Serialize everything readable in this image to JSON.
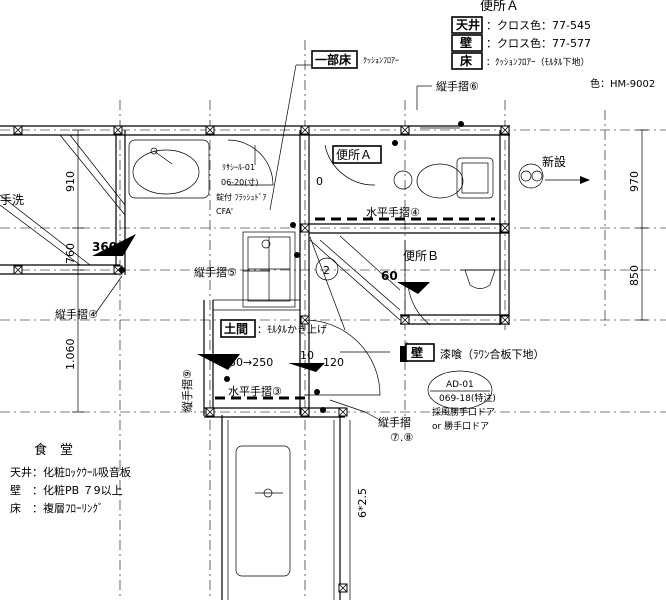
{
  "room_a": {
    "title": "便所Ａ",
    "finishes": [
      {
        "tag": "天井",
        "text": "：クロス色：77-545"
      },
      {
        "tag": "壁",
        "text": "：クロス色：77-577"
      },
      {
        "tag": "床",
        "text": "：ｸｯｼｮﾝﾌﾛｱｰ（ﾓﾙﾀﾙ下地）"
      }
    ],
    "color": "色：HM-9002"
  },
  "partial_floor": {
    "tag": "一部床",
    "text": "ｸｯｼｮﾝﾌﾛｱｰ"
  },
  "labels": {
    "rail6": "縦手摺⑥",
    "rail5": "縦手摺⑤",
    "rail4_vertical": "縦手摺④",
    "rail4_horizontal": "水平手摺④",
    "rail3_horizontal": "水平手摺③",
    "rail9": "縦手摺⑨",
    "rail78_line1": "縦手摺",
    "rail78_line2": "⑦.⑧",
    "room_a_inner": "便所Ａ",
    "room_b": "便所Ｂ",
    "new_install": "新設",
    "hand_wash": "手洗",
    "plaster_tag": "壁",
    "plaster_text": "漆喰（ﾗﾜﾝ合板下地）",
    "doma_tag": "土間",
    "doma_text": "：ﾓﾙﾀﾙかき上げ",
    "step_350": "350→250",
    "n10": "10",
    "n120": "120",
    "n360": "360",
    "n60": "60",
    "n0": "0",
    "curtain_1": "ﾘｻｼｰﾙ-01",
    "curtain_2": "06-20(寸)",
    "curtain_3": "錠付 ﾌﾗｯｼｭﾄﾞｱ",
    "curtain_4": "CFA'",
    "door_id": "AD-01",
    "door_spec": "069-18(特注)",
    "door_line3": "採風勝手口ドア",
    "door_line4": "or 勝手口ドア",
    "circle_2": "2"
  },
  "dimensions": {
    "d910": "910",
    "d760": "760",
    "d1060": "1.060",
    "d970": "970",
    "d850": "850",
    "d6x2_5": "6*2.5"
  },
  "dining": {
    "title": "食　堂",
    "lines": [
      "天井：化粧ﾛｯｸｳｰﾙ吸音板",
      "壁　：化粧PB ７9以上",
      "床　：複層ﾌﾛｰﾘﾝｸﾞ"
    ]
  }
}
